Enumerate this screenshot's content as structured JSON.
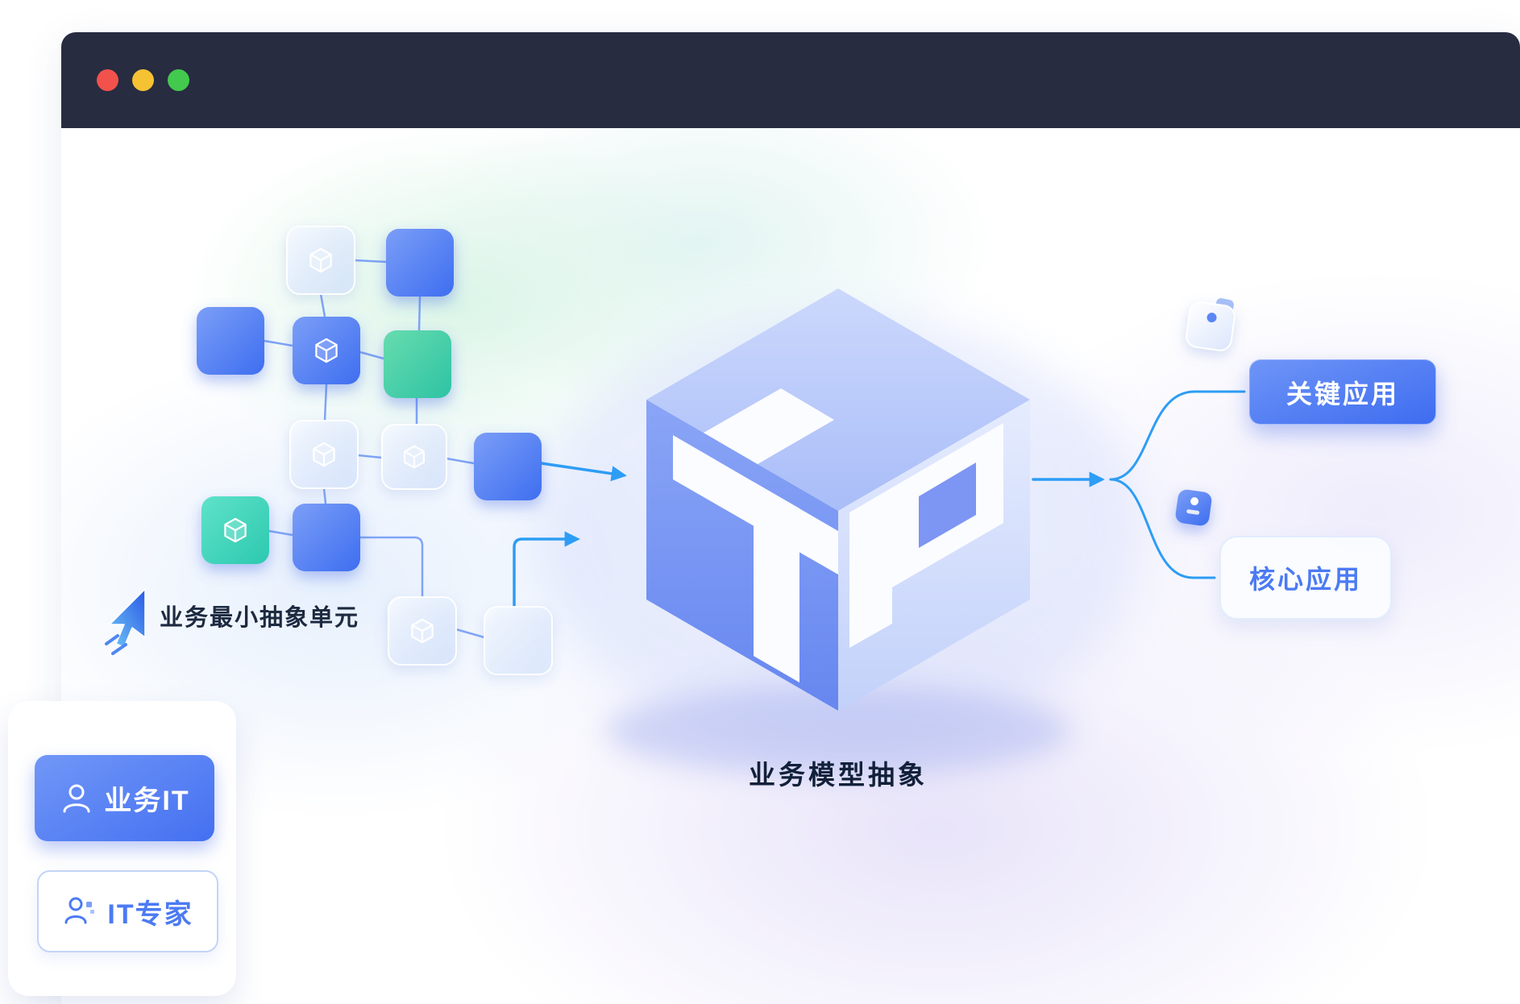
{
  "window": {
    "titlebar_color": "#272c40",
    "controls": [
      {
        "name": "close",
        "color": "#f3514c"
      },
      {
        "name": "minimize",
        "color": "#f5c233"
      },
      {
        "name": "maximize",
        "color": "#43c94e"
      }
    ]
  },
  "diagram": {
    "unit_label": "业务最小抽象单元",
    "model_label": "业务模型抽象",
    "outputs": {
      "key_app": "关键应用",
      "core_app": "核心应用"
    },
    "roles": {
      "business_it": "业务IT",
      "it_expert": "IT专家"
    },
    "colors": {
      "accent_blue": "#4b7af3",
      "arrow_blue": "#2d9df5",
      "node_blue": "#3e6ef0",
      "node_teal": "#2cc8b0",
      "node_green": "#2ec3a4",
      "text_dark": "#1d2a40"
    }
  }
}
